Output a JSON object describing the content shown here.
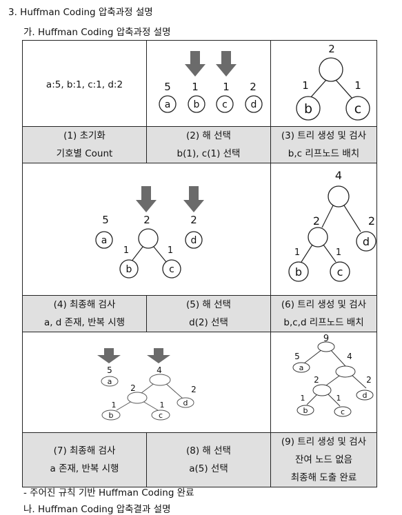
{
  "heading": "3. Huffman Coding 압축과정 설명",
  "subheading": "가. Huffman Coding 압축과정 설명",
  "initial_frequencies": "a:5, b:1, c:1, d:2",
  "steps": [
    {
      "lines": [
        "(1) 초기화",
        "기호별 Count"
      ]
    },
    {
      "lines": [
        "(2) 해 선택",
        "b(1), c(1) 선택"
      ]
    },
    {
      "lines": [
        "(3) 트리 생성 및 검사",
        "b,c 리프노드 배치"
      ]
    },
    {
      "lines": [
        "(4) 최종해 검사",
        "a, d 존재, 반복 시행"
      ]
    },
    {
      "lines": [
        "(5) 해 선택",
        "d(2) 선택"
      ]
    },
    {
      "lines": [
        "(6) 트리 생성 및 검사",
        "b,c,d 리프노드 배치"
      ]
    },
    {
      "lines": [
        "(7) 최종해 검사",
        "a 존재, 반복 시행"
      ]
    },
    {
      "lines": [
        "(8) 해 선택",
        "a(5) 선택"
      ]
    },
    {
      "lines": [
        "(9) 트리 생성 및 검사",
        "잔여 노드 없음",
        "최종해 도출 완료"
      ]
    }
  ],
  "figures": {
    "fig2": {
      "weights": [
        "5",
        "1",
        "1",
        "2"
      ],
      "nodes": [
        "a",
        "b",
        "c",
        "d"
      ]
    },
    "fig3": {
      "root": "2",
      "edges": [
        "1",
        "1"
      ],
      "leaves": [
        "b",
        "c"
      ]
    },
    "fig4": {
      "a_weight": "5",
      "a": "a",
      "sub_weight": "2",
      "d_weight": "2",
      "d": "d",
      "edges": [
        "1",
        "1"
      ],
      "leaves": [
        "b",
        "c"
      ]
    },
    "fig6": {
      "root": "4",
      "left_weight": "2",
      "right_weight": "2",
      "edges": [
        "1",
        "1"
      ],
      "leaves": [
        "b",
        "c"
      ],
      "right_leaf": "d"
    },
    "fig7": {
      "a_weight": "5",
      "a": "a",
      "root_weight": "4",
      "left_weight": "2",
      "right_weight": "2",
      "edges": [
        "1",
        "1"
      ],
      "leaves": [
        "b",
        "c"
      ],
      "right_leaf": "d"
    },
    "fig9": {
      "root": "9",
      "a_weight": "5",
      "a": "a",
      "mid_weight": "4",
      "left_weight": "2",
      "right_weight": "2",
      "edges": [
        "1",
        "1"
      ],
      "leaves": [
        "b",
        "c"
      ],
      "right_leaf": "d"
    }
  },
  "footer_note": "- 주어진 규칙 기반 Huffman Coding 완료",
  "next_heading": "나. Huffman Coding 압축결과 설명",
  "colors": {
    "arrow": "#6b6b6b",
    "caption_bg": "#e0e0e0"
  }
}
